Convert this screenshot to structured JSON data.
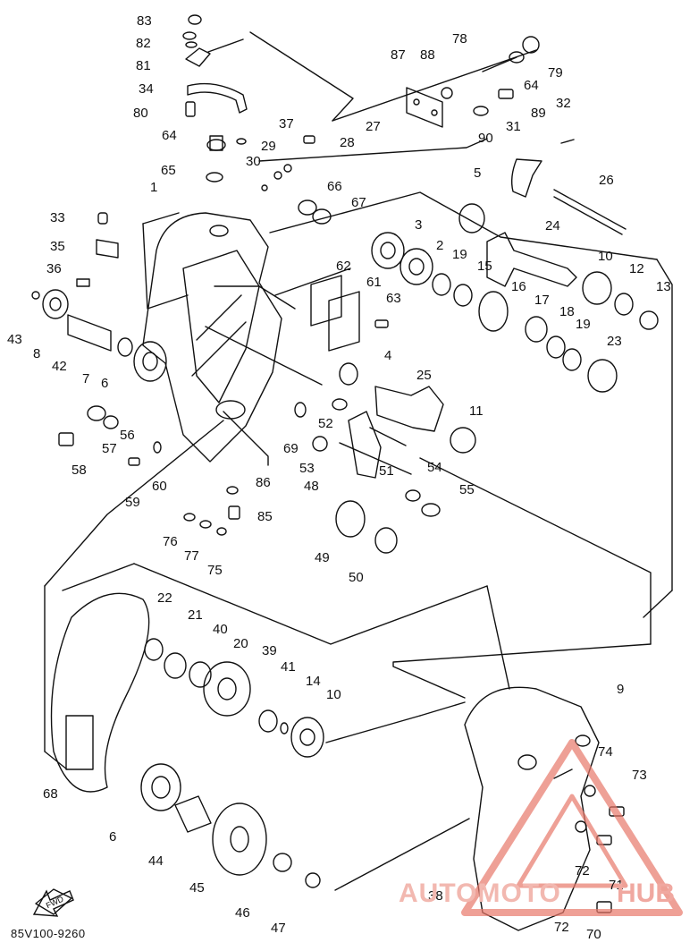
{
  "diagram": {
    "figure_code": "85V100-9260",
    "direction_marker": "FWD",
    "watermark": {
      "brand_left": "AUTOMOTO",
      "brand_right": "HUB",
      "color": "#e8786a"
    },
    "callouts": [
      "83",
      "82",
      "81",
      "34",
      "80",
      "64",
      "65",
      "37",
      "30",
      "29",
      "28",
      "27",
      "78",
      "87",
      "88",
      "64",
      "79",
      "89",
      "90",
      "31",
      "32",
      "26",
      "1",
      "33",
      "35",
      "36",
      "43",
      "8",
      "42",
      "7",
      "6",
      "66",
      "67",
      "5",
      "24",
      "3",
      "2",
      "19",
      "15",
      "16",
      "62",
      "61",
      "63",
      "10",
      "12",
      "13",
      "17",
      "18",
      "19",
      "23",
      "4",
      "25",
      "11",
      "52",
      "69",
      "56",
      "57",
      "58",
      "59",
      "60",
      "53",
      "51",
      "54",
      "55",
      "48",
      "86",
      "85",
      "76",
      "77",
      "75",
      "49",
      "50",
      "22",
      "21",
      "40",
      "20",
      "39",
      "41",
      "14",
      "10",
      "9",
      "74",
      "73",
      "68",
      "6",
      "44",
      "45",
      "46",
      "47",
      "38",
      "72",
      "71",
      "72",
      "70"
    ]
  }
}
